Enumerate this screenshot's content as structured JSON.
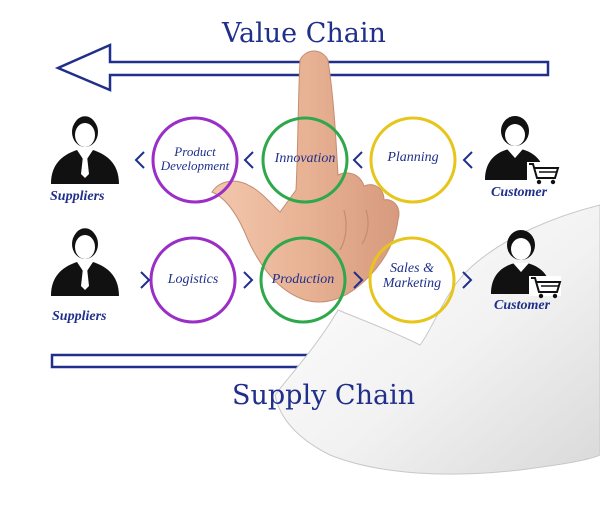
{
  "value_chain": {
    "title": "Value Chain",
    "steps": [
      "Product Development",
      "Innovation",
      "Planning"
    ],
    "from": "Customer",
    "to": "Suppliers"
  },
  "supply_chain": {
    "title": "Supply Chain",
    "steps": [
      "Logistics",
      "Production",
      "Sales & Marketing"
    ],
    "from": "Suppliers",
    "to": "Customer"
  },
  "node_colors": {
    "purple": "#9b2ec7",
    "green": "#2fa84b",
    "yellow": "#e7c51a",
    "text": "#1f2f8a",
    "arrow": "#1f2f8a"
  },
  "icons": [
    "supplier-icon",
    "customer-icon",
    "shopping-cart-icon",
    "pointing-hand"
  ]
}
